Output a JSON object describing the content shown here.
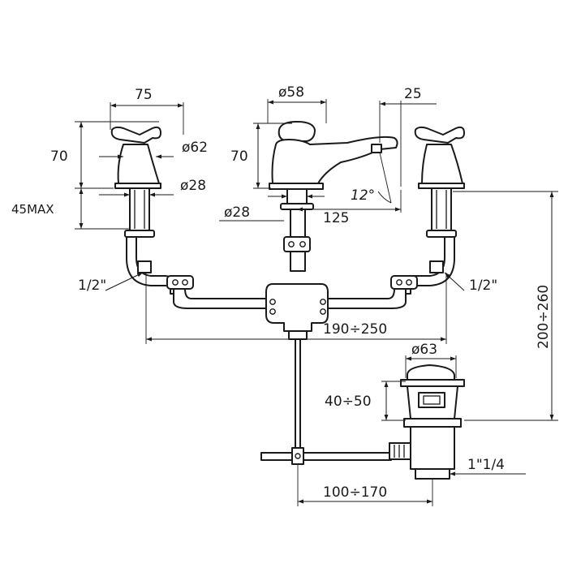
{
  "dimensions": {
    "handle_width": "75",
    "spout_diameter": "ø58",
    "spout_offset": "25",
    "valve_height": "70",
    "handle_diameter": "ø62",
    "spout_height": "70",
    "stem_diameter": "ø28",
    "thread_height": "45MAX",
    "spout_stem_diameter": "ø28",
    "spout_angle": "12°",
    "spout_reach": "125",
    "left_thread": "1/2\"",
    "right_thread": "1/2\"",
    "center_distance": "190÷250",
    "total_height": "200÷260",
    "waste_diameter": "ø63",
    "waste_height": "40÷50",
    "waste_thread": "1\"1/4",
    "rod_distance": "100÷170"
  }
}
